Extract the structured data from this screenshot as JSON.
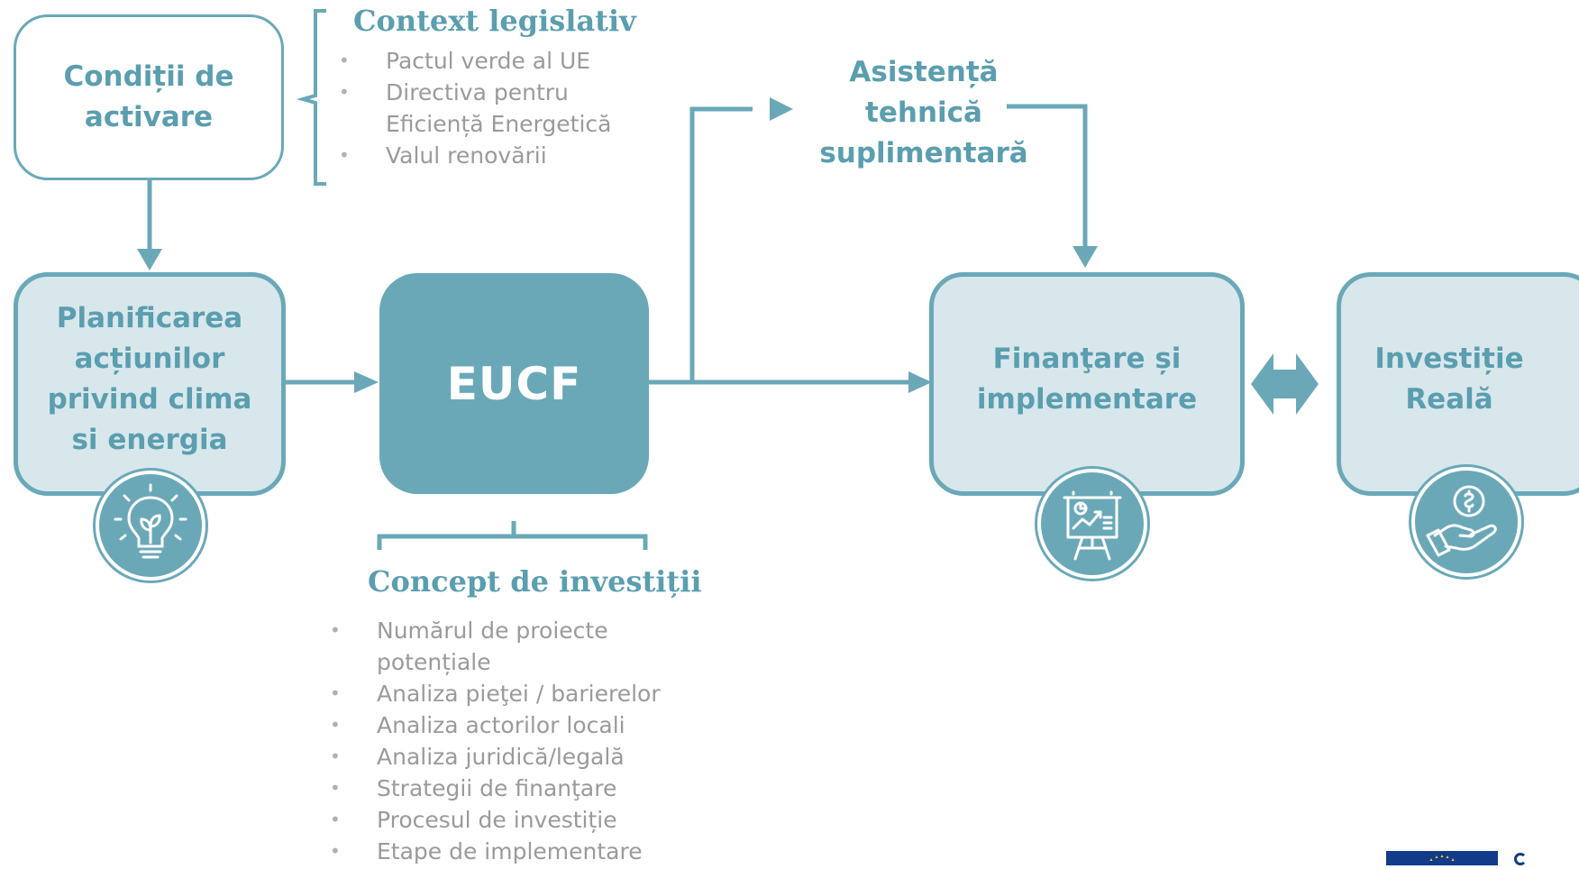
{
  "boxes": {
    "activation": "Condiții de activare",
    "planning": "Planificarea acțiunilor privind clima si energia",
    "eucf": "EUCF",
    "financing": "Finanţare și implementare",
    "investment": "Investiție Reală"
  },
  "technical_assistance": "Asistență tehnică suplimentară",
  "legislative": {
    "title": "Context legislativ",
    "items": [
      "Pactul verde al UE",
      "Directiva pentru Eficiență Energetică",
      "Valul renovării"
    ]
  },
  "investment_concept": {
    "title": "Concept de investiții",
    "items": [
      "Numărul de proiecte potențiale",
      "Analiza pieţei / barierelor",
      "Analiza actorilor locali",
      "Analiza juridică/legală",
      "Strategii de finanţare",
      "Procesul de investiție",
      "Etape de implementare"
    ]
  },
  "icons": [
    "lightbulb-plant-icon",
    "presentation-chart-icon",
    "hand-coin-icon",
    "eu-flag-logo"
  ],
  "colors": {
    "teal": "#6aa8b8",
    "teal_text": "#5a9eaf",
    "light_fill": "#d8e7ec",
    "gray_text": "#9a9a9a"
  }
}
